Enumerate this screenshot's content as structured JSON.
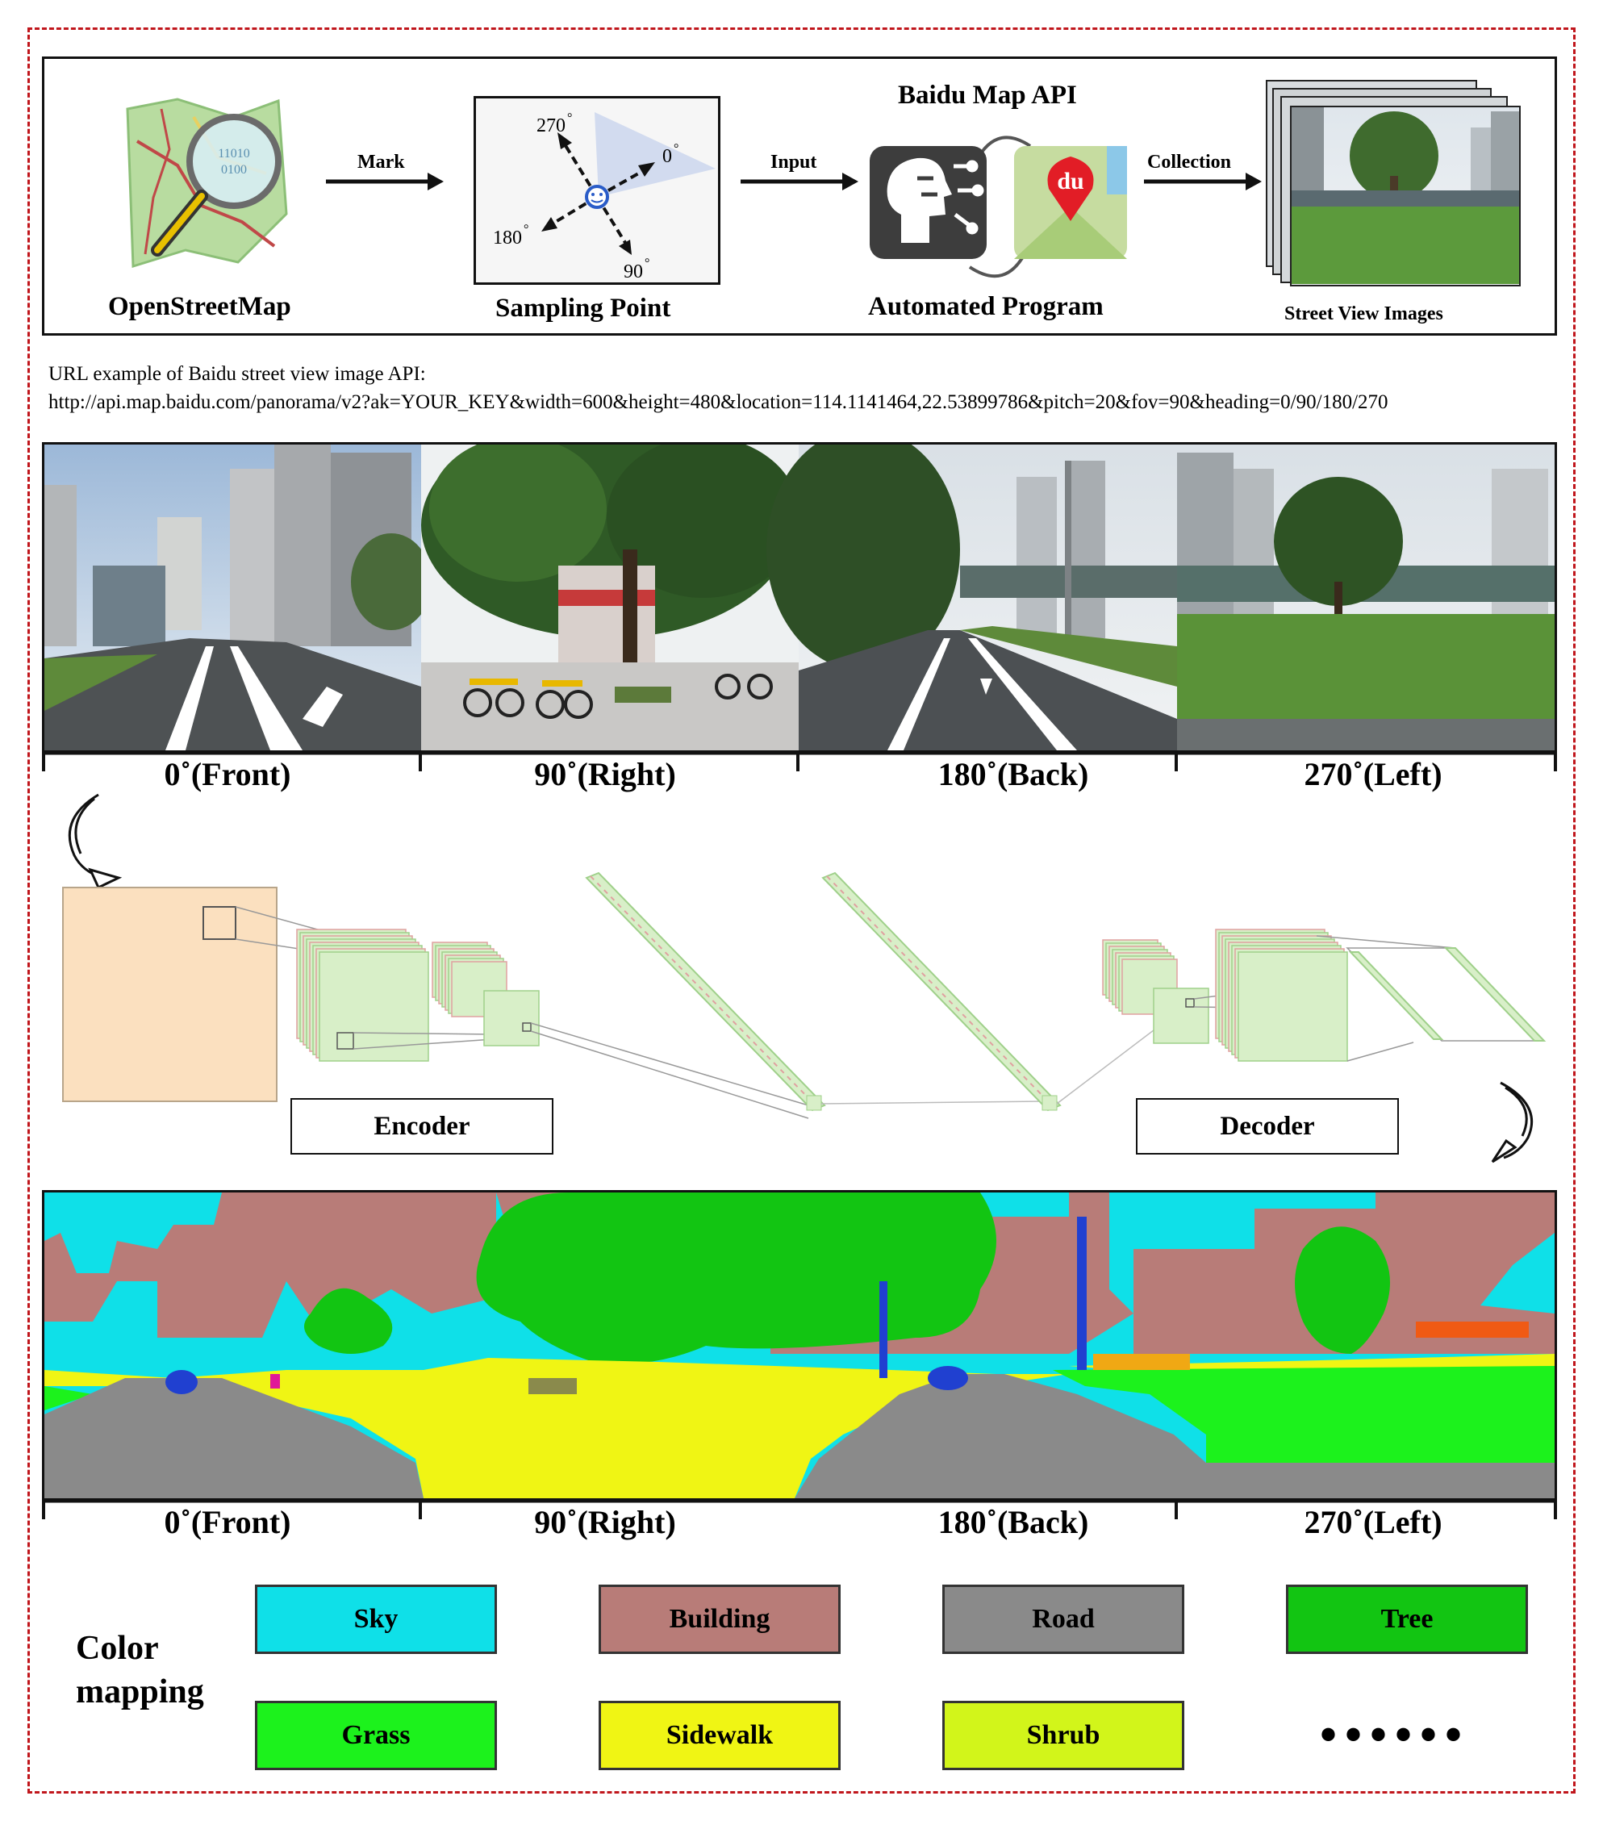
{
  "pipeline": {
    "openstreetmap_label": "OpenStreetMap",
    "arrow_mark": "Mark",
    "sampling_label": "Sampling Point",
    "angle_270": "270",
    "angle_0": "0",
    "angle_180": "180",
    "angle_90": "90",
    "arrow_input": "Input",
    "baidu_api_label": "Baidu Map API",
    "automated_label": "Automated Program",
    "baidu_logo_text": "du",
    "arrow_collection": "Collection",
    "street_view_label": "Street View Images"
  },
  "url": {
    "heading": "URL example of Baidu street view image API:",
    "example": "http://api.map.baidu.com/panorama/v2?ak=YOUR_KEY&width=600&height=480&location=114.1141464,22.53899786&pitch=20&fov=90&heading=0/90/180/270"
  },
  "views": {
    "captions": [
      "0˚(Front)",
      "90˚(Right)",
      "180˚(Back)",
      "270˚(Left)"
    ]
  },
  "network": {
    "encoder_label": "Encoder",
    "decoder_label": "Decoder"
  },
  "segmentation": {
    "captions": [
      "0˚(Front)",
      "90˚(Right)",
      "180˚(Back)",
      "270˚(Left)"
    ]
  },
  "legend": {
    "title_line1": "Color",
    "title_line2": "mapping",
    "items": [
      {
        "label": "Sky",
        "color": "#0fe0e8"
      },
      {
        "label": "Building",
        "color": "#b87c78"
      },
      {
        "label": "Road",
        "color": "#8a8a8a"
      },
      {
        "label": "Tree",
        "color": "#12c512"
      },
      {
        "label": "Grass",
        "color": "#1cf21c"
      },
      {
        "label": "Sidewalk",
        "color": "#f0f514"
      },
      {
        "label": "Shrub",
        "color": "#d2f51a"
      }
    ],
    "ellipsis": "••••••"
  }
}
